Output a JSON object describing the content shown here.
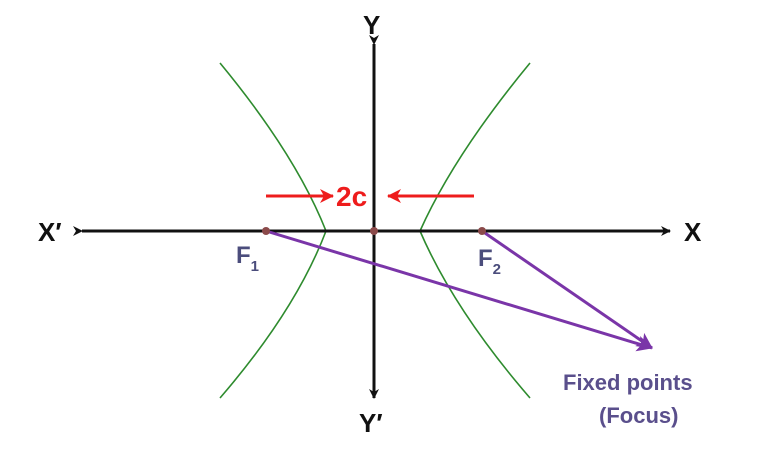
{
  "axes": {
    "x_positive": "X",
    "x_negative": "X′",
    "y_positive": "Y",
    "y_negative": "Y′"
  },
  "foci": [
    {
      "letter": "F",
      "subscript": "1"
    },
    {
      "letter": "F",
      "subscript": "2"
    }
  ],
  "distance_label": "2c",
  "annotation": {
    "line1": "Fixed points",
    "line2": "(Focus)"
  },
  "colors": {
    "axes": "#111111",
    "curve": "#2e8b2e",
    "distance_arrows": "#ee1c1c",
    "focal_lines": "#7a35a8",
    "points": "#8b4a4a",
    "focus_text": "#4b4d7c",
    "annotation_text": "#5a4f8c"
  }
}
